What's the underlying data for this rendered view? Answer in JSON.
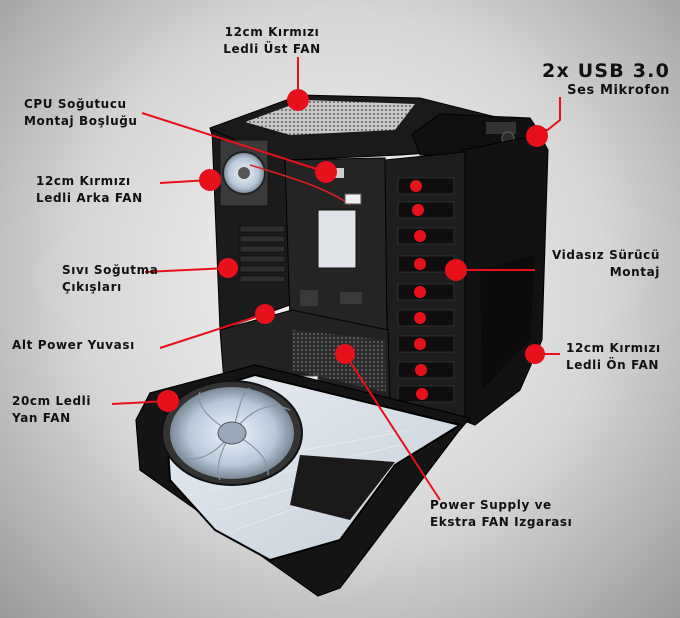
{
  "callouts": [
    {
      "id": "top-fan",
      "lines": [
        "12cm Kırmızı",
        "Ledli Üst FAN"
      ]
    },
    {
      "id": "usb",
      "lines": [
        "2x USB 3.0",
        "Ses Mikrofon"
      ]
    },
    {
      "id": "cpu-cooler",
      "lines": [
        "CPU Soğutucu",
        "Montaj Boşluğu"
      ]
    },
    {
      "id": "rear-fan",
      "lines": [
        "12cm Kırmızı",
        "Ledli Arka FAN"
      ]
    },
    {
      "id": "liquid-cooling",
      "lines": [
        "Sıvı Soğutma",
        "Çıkışları"
      ]
    },
    {
      "id": "psu-bay",
      "lines": [
        "Alt Power Yuvası"
      ]
    },
    {
      "id": "side-fan",
      "lines": [
        "20cm Ledli",
        "Yan FAN"
      ]
    },
    {
      "id": "drive-mount",
      "lines": [
        "Vidasız Sürücü",
        "Montaj"
      ]
    },
    {
      "id": "front-fan",
      "lines": [
        "12cm Kırmızı",
        "Ledli Ön FAN"
      ]
    },
    {
      "id": "psu-grill",
      "lines": [
        "Power Supply  ve",
        "Ekstra FAN Izgarası"
      ]
    }
  ],
  "colors": {
    "accent": "#e8101a",
    "case": "#151515",
    "panel": "#1c1c1c",
    "interior": "#2a2a2a",
    "fan_blue": "#c9d7e4"
  }
}
